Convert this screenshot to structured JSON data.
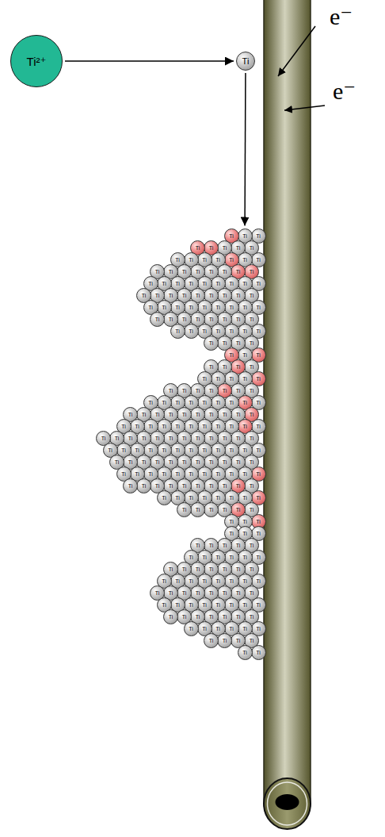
{
  "diagram": {
    "nodes": [
      {
        "text": [
          "Ti²⁺"
        ]
      },
      {
        "text": [
          "Ti"
        ]
      },
      {
        "text": [
          "Ti"
        ]
      },
      {
        "text": [
          "Ti"
        ]
      },
      {
        "text": [
          "Ti"
        ]
      },
      {
        "text": [
          "Ti"
        ]
      },
      {
        "text": [
          "Ti"
        ]
      },
      {
        "text": [
          "Ti"
        ]
      },
      {
        "text": [
          "Ti"
        ]
      },
      {
        "text": [
          "Ti"
        ]
      },
      {
        "text": [
          "Ti"
        ]
      },
      {
        "text": [
          "Ti"
        ]
      },
      {
        "text": [
          "Ti"
        ]
      },
      {
        "text": [
          "Ti"
        ]
      },
      {
        "text": [
          "Ti"
        ]
      },
      {
        "text": [
          "Ti"
        ]
      },
      {
        "text": [
          "Ti"
        ]
      },
      {
        "text": [
          "Ti"
        ]
      },
      {
        "text": [
          "Ti"
        ]
      },
      {
        "text": [
          "Ti"
        ]
      },
      {
        "text": [
          "Ti"
        ]
      },
      {
        "text": [
          "Ti"
        ]
      },
      {
        "text": [
          "Ti"
        ]
      },
      {
        "text": [
          "Ti"
        ]
      },
      {
        "text": [
          "Ti"
        ]
      },
      {
        "text": [
          "Ti"
        ]
      },
      {
        "text": [
          "Ti"
        ]
      },
      {
        "text": [
          "Ti"
        ]
      },
      {
        "text": [
          "Ti"
        ]
      },
      {
        "text": [
          "Ti"
        ]
      },
      {
        "text": [
          "Ti"
        ]
      },
      {
        "text": [
          "Ti"
        ]
      },
      {
        "text": [
          "Ti"
        ]
      },
      {
        "text": [
          "Ti"
        ]
      },
      {
        "text": [
          "Ti"
        ]
      },
      {
        "text": [
          "Ti"
        ]
      },
      {
        "text": [
          "Ti"
        ]
      },
      {
        "text": [
          "Ti"
        ]
      },
      {
        "text": [
          "Ti"
        ]
      },
      {
        "text": [
          "Ti"
        ]
      },
      {
        "text": [
          "Ti"
        ]
      },
      {
        "text": [
          "Ti"
        ]
      },
      {
        "text": [
          "Ti"
        ]
      },
      {
        "text": [
          "Ti"
        ]
      },
      {
        "text": [
          "Ti"
        ]
      },
      {
        "text": [
          "Ti"
        ]
      },
      {
        "text": [
          "Ti"
        ]
      },
      {
        "text": [
          "Ti"
        ]
      },
      {
        "text": [
          "Ti"
        ]
      },
      {
        "text": [
          "Ti"
        ]
      },
      {
        "text": [
          "Ti"
        ]
      },
      {
        "text": [
          "Ti"
        ]
      },
      {
        "text": [
          "Ti"
        ]
      },
      {
        "text": [
          "Ti"
        ]
      },
      {
        "text": [
          "Ti"
        ]
      },
      {
        "text": [
          "Ti"
        ]
      },
      {
        "text": [
          "Ti"
        ]
      },
      {
        "text": [
          "Ti"
        ]
      },
      {
        "text": [
          "Ti"
        ]
      },
      {
        "text": [
          "Ti"
        ]
      },
      {
        "text": [
          "Ti"
        ]
      },
      {
        "text": [
          "Ti"
        ]
      },
      {
        "text": [
          "Ti"
        ]
      },
      {
        "text": [
          "Ti"
        ]
      },
      {
        "text": [
          "Ti"
        ]
      },
      {
        "text": [
          "Ti"
        ]
      },
      {
        "text": [
          "Ti"
        ]
      },
      {
        "text": [
          "Ti"
        ]
      },
      {
        "text": [
          "Ti"
        ]
      },
      {
        "text": [
          "Ti"
        ]
      },
      {
        "text": [
          "Ti"
        ]
      },
      {
        "text": [
          "Ti"
        ]
      },
      {
        "text": [
          "Ti"
        ]
      },
      {
        "text": [
          "Ti"
        ]
      },
      {
        "text": [
          "Ti"
        ]
      },
      {
        "text": [
          "Ti"
        ]
      },
      {
        "text": [
          "Ti"
        ]
      },
      {
        "text": [
          "Ti"
        ]
      },
      {
        "text": [
          "Ti"
        ]
      },
      {
        "text": [
          "Ti"
        ]
      },
      {
        "text": [
          "Ti"
        ]
      },
      {
        "text": [
          "Ti"
        ]
      },
      {
        "text": [
          "Ti"
        ]
      },
      {
        "text": [
          "Ti"
        ]
      },
      {
        "text": [
          "Ti"
        ]
      },
      {
        "text": [
          "Ti"
        ]
      },
      {
        "text": [
          "Ti"
        ]
      },
      {
        "text": [
          "Ti"
        ]
      },
      {
        "text": [
          "Ti"
        ]
      },
      {
        "text": [
          "Ti"
        ]
      },
      {
        "text": [
          "Ti"
        ]
      },
      {
        "text": [
          "Ti"
        ]
      },
      {
        "text": [
          "Ti"
        ]
      },
      {
        "text": [
          "Ti"
        ]
      },
      {
        "text": [
          "Ti"
        ]
      },
      {
        "text": [
          "Ti"
        ]
      },
      {
        "text": [
          "Ti"
        ]
      },
      {
        "text": [
          "Ti"
        ]
      },
      {
        "text": [
          "Ti"
        ]
      },
      {
        "text": [
          "Ti"
        ]
      },
      {
        "text": [
          "Ti"
        ]
      },
      {
        "text": [
          "Ti"
        ]
      },
      {
        "text": [
          "Ti"
        ]
      },
      {
        "text": [
          "Ti"
        ]
      },
      {
        "text": [
          "Ti"
        ]
      },
      {
        "text": [
          "Ti"
        ]
      },
      {
        "text": [
          "Ti"
        ]
      },
      {
        "text": [
          "Ti"
        ]
      },
      {
        "text": [
          "Ti"
        ]
      },
      {
        "text": [
          "Ti"
        ]
      },
      {
        "text": [
          "Ti"
        ]
      },
      {
        "text": [
          "Ti"
        ]
      },
      {
        "text": [
          "Ti"
        ]
      },
      {
        "text": [
          "Ti"
        ]
      },
      {
        "text": [
          "Ti"
        ]
      },
      {
        "text": [
          "Ti"
        ]
      },
      {
        "text": [
          "Ti"
        ]
      },
      {
        "text": [
          "Ti"
        ]
      },
      {
        "text": [
          "Ti"
        ]
      },
      {
        "text": [
          "Ti"
        ]
      },
      {
        "text": [
          "Ti"
        ]
      },
      {
        "text": [
          "Ti"
        ]
      },
      {
        "text": [
          "Ti"
        ]
      },
      {
        "text": [
          "Ti"
        ]
      },
      {
        "text": [
          "Ti"
        ]
      },
      {
        "text": [
          "Ti"
        ]
      },
      {
        "text": [
          "Ti"
        ]
      },
      {
        "text": [
          "Ti"
        ]
      },
      {
        "text": [
          "Ti"
        ]
      },
      {
        "text": [
          "Ti"
        ]
      },
      {
        "text": [
          "Ti"
        ]
      },
      {
        "text": [
          "Ti"
        ]
      },
      {
        "text": [
          "Ti"
        ]
      },
      {
        "text": [
          "Ti"
        ]
      },
      {
        "text": [
          "Ti"
        ]
      },
      {
        "text": [
          "Ti"
        ]
      },
      {
        "text": [
          "Ti"
        ]
      },
      {
        "text": [
          "Ti"
        ]
      },
      {
        "text": [
          "Ti"
        ]
      },
      {
        "text": [
          "Ti"
        ]
      },
      {
        "text": [
          "Ti"
        ]
      },
      {
        "text": [
          "Ti"
        ]
      },
      {
        "text": [
          "Ti"
        ]
      },
      {
        "text": [
          "Ti"
        ]
      },
      {
        "text": [
          "Ti"
        ]
      },
      {
        "text": [
          "Ti"
        ]
      },
      {
        "text": [
          "Ti"
        ]
      },
      {
        "text": [
          "Ti"
        ]
      },
      {
        "text": [
          "Ti"
        ]
      },
      {
        "text": [
          "Ti"
        ]
      },
      {
        "text": [
          "Ti"
        ]
      },
      {
        "text": [
          "Ti"
        ]
      },
      {
        "text": [
          "Ti"
        ]
      },
      {
        "text": [
          "Ti"
        ]
      },
      {
        "text": [
          "Ti"
        ]
      },
      {
        "text": [
          "Ti"
        ]
      },
      {
        "text": [
          "Ti"
        ]
      },
      {
        "text": [
          "Ti"
        ]
      },
      {
        "text": [
          "Ti"
        ]
      },
      {
        "text": [
          "Ti"
        ]
      },
      {
        "text": [
          "Ti"
        ]
      },
      {
        "text": [
          "Ti"
        ]
      },
      {
        "text": [
          "Ti"
        ]
      },
      {
        "text": [
          "Ti"
        ]
      },
      {
        "text": [
          "Ti"
        ]
      },
      {
        "text": [
          "Ti"
        ]
      },
      {
        "text": [
          "Ti"
        ]
      },
      {
        "text": [
          "Ti"
        ]
      },
      {
        "text": [
          "Ti"
        ]
      },
      {
        "text": [
          "Ti"
        ]
      },
      {
        "text": [
          "Ti"
        ]
      },
      {
        "text": [
          "Ti"
        ]
      },
      {
        "text": [
          "Ti"
        ]
      },
      {
        "text": [
          "Ti"
        ]
      },
      {
        "text": [
          "Ti"
        ]
      },
      {
        "text": [
          "Ti"
        ]
      },
      {
        "text": [
          "Ti"
        ]
      },
      {
        "text": [
          "Ti"
        ]
      },
      {
        "text": [
          "Ti"
        ]
      },
      {
        "text": [
          "Ti"
        ]
      },
      {
        "text": [
          "Ti"
        ]
      },
      {
        "text": [
          "Ti"
        ]
      },
      {
        "text": [
          "Ti"
        ]
      },
      {
        "text": [
          "Ti"
        ]
      },
      {
        "text": [
          "Ti"
        ]
      },
      {
        "text": [
          "Ti"
        ]
      },
      {
        "text": [
          "Ti"
        ]
      },
      {
        "text": [
          "Ti"
        ]
      },
      {
        "text": [
          "Ti"
        ]
      },
      {
        "text": [
          "Ti"
        ]
      },
      {
        "text": [
          "Ti"
        ]
      },
      {
        "text": [
          "Ti"
        ]
      },
      {
        "text": [
          "Ti"
        ]
      },
      {
        "text": [
          "Ti"
        ]
      },
      {
        "text": [
          "Ti"
        ]
      },
      {
        "text": [
          "Ti"
        ]
      },
      {
        "text": [
          "Ti"
        ]
      },
      {
        "text": [
          "Ti"
        ]
      },
      {
        "text": [
          "Ti"
        ]
      },
      {
        "text": [
          "Ti"
        ]
      },
      {
        "text": [
          "Ti"
        ]
      },
      {
        "text": [
          "Ti"
        ]
      },
      {
        "text": [
          "Ti"
        ]
      },
      {
        "text": [
          "Ti"
        ]
      },
      {
        "text": [
          "Ti"
        ]
      },
      {
        "text": [
          "Ti"
        ]
      },
      {
        "text": [
          "Ti"
        ]
      },
      {
        "text": [
          "Ti"
        ]
      },
      {
        "text": [
          "Ti"
        ]
      },
      {
        "text": [
          "Ti"
        ]
      },
      {
        "text": [
          "Ti"
        ]
      },
      {
        "text": [
          "Ti"
        ]
      },
      {
        "text": [
          "Ti"
        ]
      },
      {
        "text": [
          "Ti"
        ]
      },
      {
        "text": [
          "Ti"
        ]
      },
      {
        "text": [
          "Ti"
        ]
      },
      {
        "text": [
          "Ti"
        ]
      },
      {
        "text": [
          "Ti"
        ]
      },
      {
        "text": [
          "Ti"
        ]
      },
      {
        "text": [
          "Ti"
        ]
      },
      {
        "text": [
          "Ti"
        ]
      },
      {
        "text": [
          "Ti"
        ]
      },
      {
        "text": [
          "Ti"
        ]
      },
      {
        "text": [
          "Ti"
        ]
      },
      {
        "text": [
          "Ti"
        ]
      },
      {
        "text": [
          "Ti"
        ]
      },
      {
        "text": [
          "Ti"
        ]
      },
      {
        "text": [
          "Ti"
        ]
      },
      {
        "text": [
          "Ti"
        ]
      },
      {
        "text": [
          "Ti"
        ]
      },
      {
        "text": [
          "Ti"
        ]
      },
      {
        "text": [
          "Ti"
        ]
      },
      {
        "text": [
          "Ti"
        ]
      },
      {
        "text": [
          "Ti"
        ]
      },
      {
        "text": [
          "Ti"
        ]
      },
      {
        "text": [
          "Ti"
        ]
      },
      {
        "text": [
          "Ti"
        ]
      },
      {
        "text": [
          "Ti"
        ]
      },
      {
        "text": [
          "Ti"
        ]
      },
      {
        "text": [
          "Ti"
        ]
      },
      {
        "text": [
          "Ti"
        ]
      },
      {
        "text": [
          "Ti"
        ]
      },
      {
        "text": [
          "Ti"
        ]
      },
      {
        "text": [
          "Ti"
        ]
      },
      {
        "text": [
          "Ti"
        ]
      },
      {
        "text": [
          "Ti"
        ]
      },
      {
        "text": [
          "Ti"
        ]
      },
      {
        "text": [
          "Ti"
        ]
      },
      {
        "text": [
          "Ti"
        ]
      },
      {
        "text": [
          "Ti"
        ]
      },
      {
        "text": [
          "Ti"
        ]
      },
      {
        "text": [
          "Ti"
        ]
      },
      {
        "text": [
          "Ti"
        ]
      },
      {
        "text": [
          "Ti"
        ]
      },
      {
        "text": [
          "Ti"
        ]
      },
      {
        "text": [
          "Ti"
        ]
      },
      {
        "text": [
          "Ti"
        ]
      }
    ],
    "edges": [
      {
        "from": 0,
        "to": 1,
        "arrow": "to"
      },
      {
        "from": 1,
        "to": 3,
        "arrow": "to"
      }
    ],
    "labels": [
      "e⁻",
      "e⁻"
    ]
  }
}
